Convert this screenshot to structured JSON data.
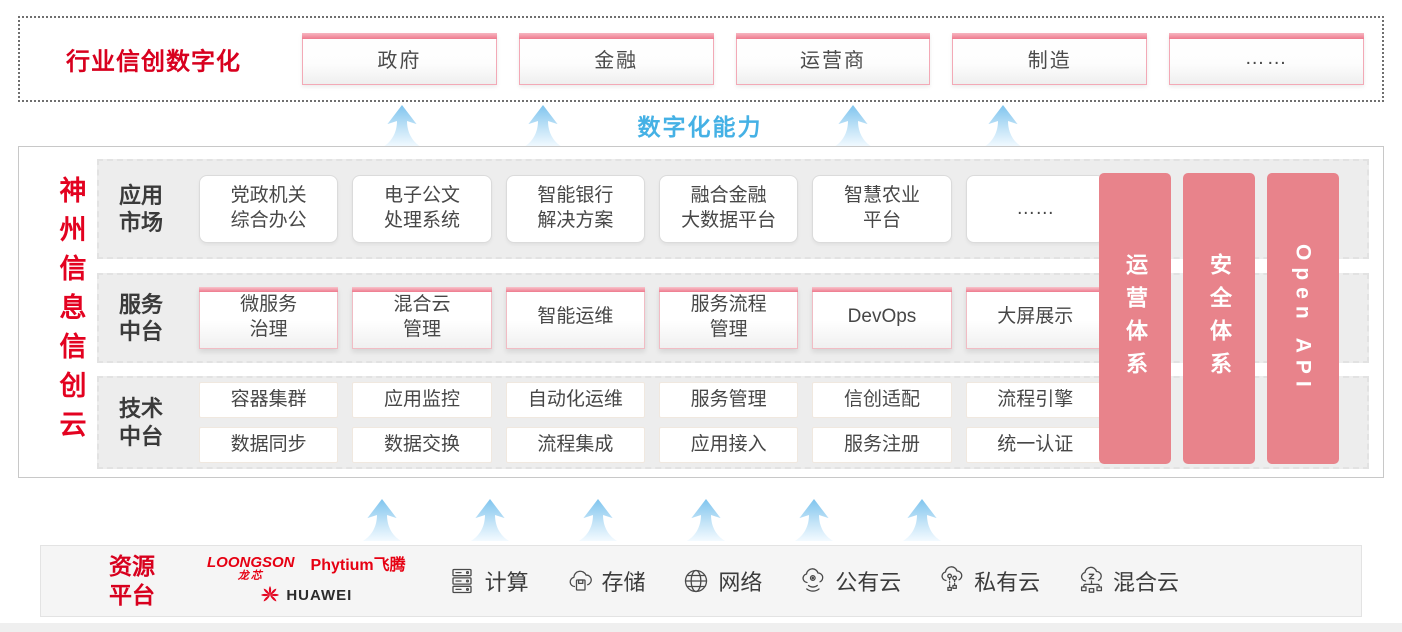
{
  "colors": {
    "brand_red": "#d8001e",
    "vendor_red": "#e60012",
    "bar_pink": "#e8838b",
    "capability_blue": "#45b1e5"
  },
  "industry_band": {
    "label": "行业信创数字化",
    "sectors": [
      "政府",
      "金融",
      "运营商",
      "制造",
      "……"
    ]
  },
  "capability_label": "数字化能力",
  "cloud_platform": {
    "vertical_label": "神州信息信创云",
    "app_market": {
      "label": "应用\n市场",
      "items": [
        "党政机关\n综合办公",
        "电子公文\n处理系统",
        "智能银行\n解决方案",
        "融合金融\n大数据平台",
        "智慧农业\n平台",
        "……"
      ]
    },
    "service_platform": {
      "label": "服务\n中台",
      "items": [
        "微服务\n治理",
        "混合云\n管理",
        "智能运维",
        "服务流程\n管理",
        "DevOps",
        "大屏展示"
      ]
    },
    "tech_platform": {
      "label": "技术\n中台",
      "rows": [
        [
          "容器集群",
          "应用监控",
          "自动化运维",
          "服务管理",
          "信创适配",
          "流程引擎"
        ],
        [
          "数据同步",
          "数据交换",
          "流程集成",
          "应用接入",
          "服务注册",
          "统一认证"
        ]
      ]
    },
    "side_bars": [
      {
        "id": "ops-system-bar",
        "label": "运营体系",
        "lang": "zh"
      },
      {
        "id": "security-system-bar",
        "label": "安全体系",
        "lang": "zh"
      },
      {
        "id": "open-api-bar",
        "label": "Open API",
        "lang": "en"
      }
    ]
  },
  "resource_platform": {
    "label": "资源\n平台",
    "vendors": [
      {
        "name": "LOONGSON",
        "sub": "龙芯"
      },
      {
        "name": "Phytium",
        "sub": "飞腾"
      },
      {
        "name": "HUAWEI"
      }
    ],
    "resources": [
      {
        "icon": "compute-icon",
        "label": "计算"
      },
      {
        "icon": "storage-icon",
        "label": "存储"
      },
      {
        "icon": "network-icon",
        "label": "网络"
      },
      {
        "icon": "public-cloud-icon",
        "label": "公有云"
      },
      {
        "icon": "private-cloud-icon",
        "label": "私有云"
      },
      {
        "icon": "hybrid-cloud-icon",
        "label": "混合云"
      }
    ]
  }
}
